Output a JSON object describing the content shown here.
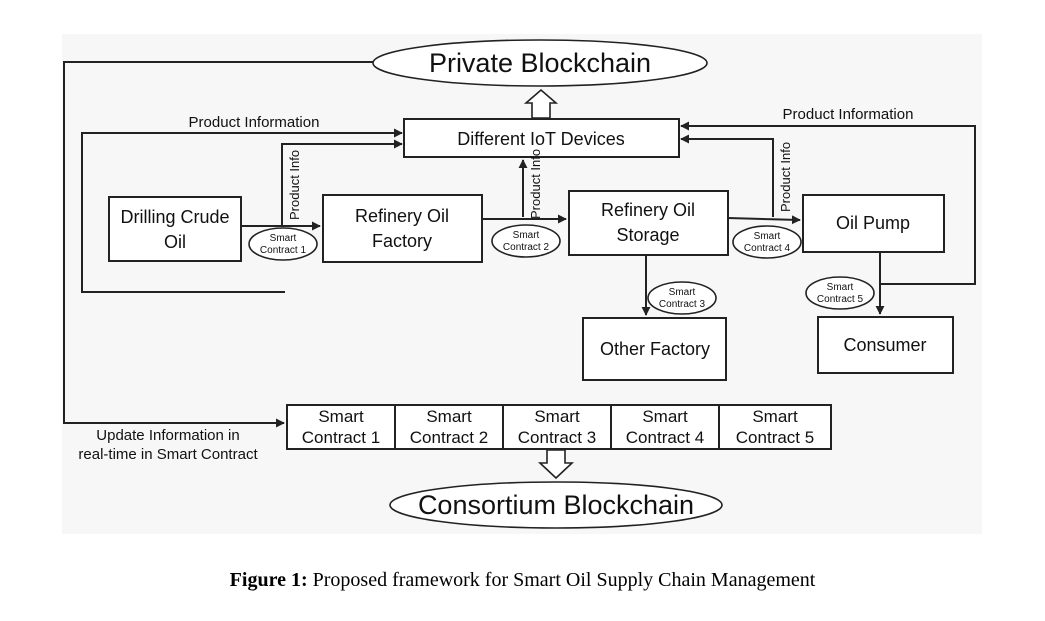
{
  "private_blockchain": "Private Blockchain",
  "consortium_blockchain": "Consortium Blockchain",
  "iot_devices": "Different IoT Devices",
  "product_information_left": "Product Information",
  "product_information_right": "Product Information",
  "product_info_label": "Product Info",
  "nodes": {
    "drilling": [
      "Drilling Crude",
      "Oil"
    ],
    "refinery_factory": [
      "Refinery Oil",
      "Factory"
    ],
    "refinery_storage": [
      "Refinery Oil",
      "Storage"
    ],
    "oil_pump": "Oil Pump",
    "other_factory": "Other Factory",
    "consumer": "Consumer"
  },
  "smart_contracts": [
    [
      "Smart",
      "Contract 1"
    ],
    [
      "Smart",
      "Contract 2"
    ],
    [
      "Smart",
      "Contract 3"
    ],
    [
      "Smart",
      "Contract 4"
    ],
    [
      "Smart",
      "Contract 5"
    ]
  ],
  "update_label": [
    "Update Information in",
    "real-time in Smart Contract"
  ],
  "caption": {
    "bold": "Figure 1:",
    "text": " Proposed framework for Smart Oil Supply Chain Management"
  },
  "colors": {
    "stroke": "#222222",
    "background": "#f7f7f7"
  }
}
